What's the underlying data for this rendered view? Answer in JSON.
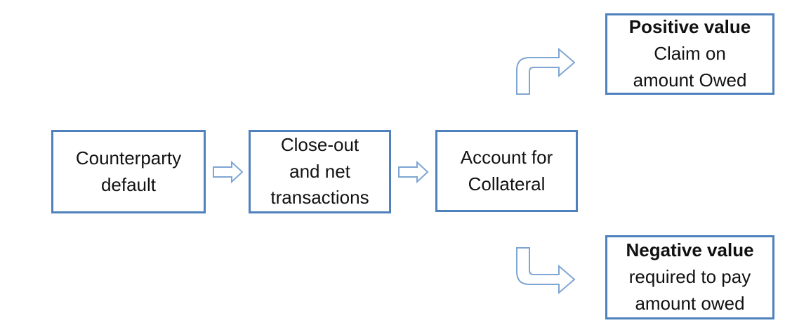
{
  "boxes": {
    "counterparty_default": {
      "lines": [
        "Counterparty",
        "default"
      ]
    },
    "close_out": {
      "lines": [
        "Close-out",
        "and net",
        "transactions"
      ]
    },
    "account_collateral": {
      "lines": [
        "Account for",
        "Collateral"
      ]
    },
    "positive_value": {
      "title": "Positive value",
      "lines": [
        "Claim on",
        "amount Owed"
      ]
    },
    "negative_value": {
      "title": "Negative value",
      "lines": [
        "required to pay",
        "amount owed"
      ]
    }
  },
  "colors": {
    "box_border": "#4f81bd",
    "arrow_outline": "#7fa6d3"
  },
  "icons": {
    "flow_arrow": "right-block-arrow-icon",
    "branch_up": "bent-up-right-arrow-icon",
    "branch_down": "bent-down-right-arrow-icon"
  }
}
